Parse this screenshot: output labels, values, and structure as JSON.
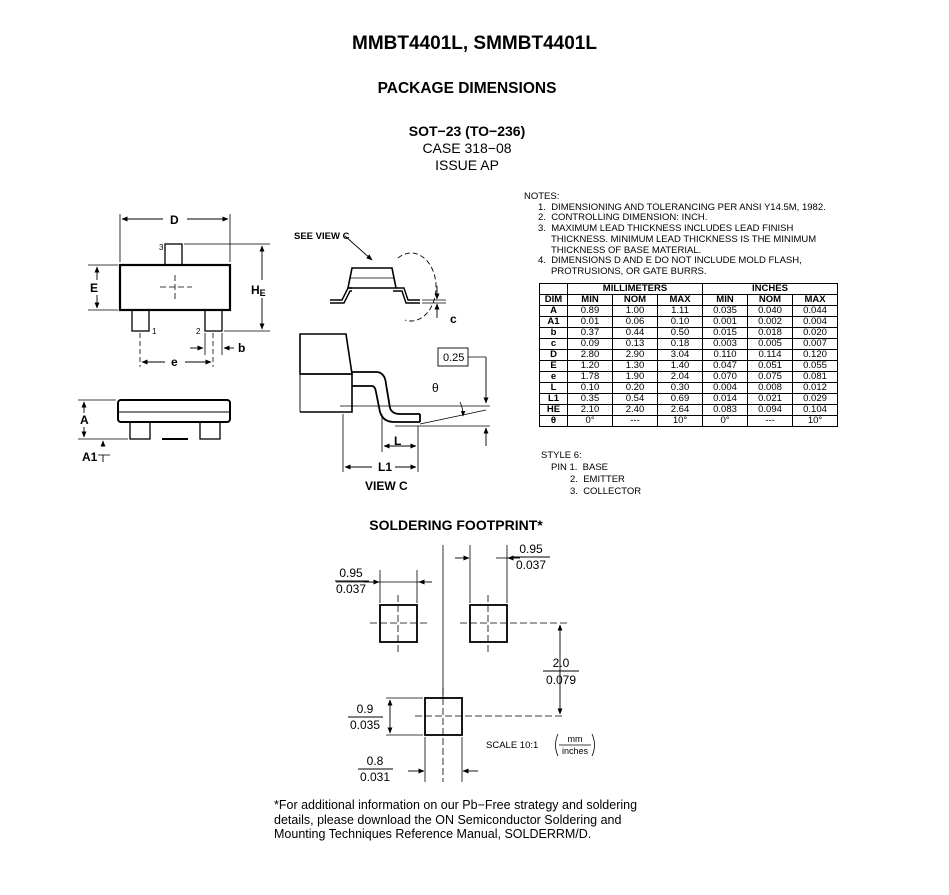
{
  "header": {
    "title": "MMBT4401L, SMMBT4401L",
    "section": "PACKAGE DIMENSIONS"
  },
  "package": {
    "name": "SOT−23 (TO−236)",
    "case": "CASE 318−08",
    "issue": "ISSUE AP"
  },
  "notes": {
    "heading": "NOTES:",
    "items": [
      "1.  DIMENSIONING AND TOLERANCING PER ANSI Y14.5M, 1982.",
      "2.  CONTROLLING DIMENSION: INCH.",
      "3.  MAXIMUM LEAD THICKNESS INCLUDES LEAD FINISH THICKNESS. MINIMUM LEAD THICKNESS IS THE MINIMUM THICKNESS OF BASE MATERIAL.",
      "4.  DIMENSIONS D AND E DO NOT INCLUDE MOLD FLASH, PROTRUSIONS, OR GATE BURRS."
    ]
  },
  "table": {
    "group_headers": [
      "MILLIMETERS",
      "INCHES"
    ],
    "columns": [
      "DIM",
      "MIN",
      "NOM",
      "MAX",
      "MIN",
      "NOM",
      "MAX"
    ],
    "rows": [
      [
        "A",
        "0.89",
        "1.00",
        "1.11",
        "0.035",
        "0.040",
        "0.044"
      ],
      [
        "A1",
        "0.01",
        "0.06",
        "0.10",
        "0.001",
        "0.002",
        "0.004"
      ],
      [
        "b",
        "0.37",
        "0.44",
        "0.50",
        "0.015",
        "0.018",
        "0.020"
      ],
      [
        "c",
        "0.09",
        "0.13",
        "0.18",
        "0.003",
        "0.005",
        "0.007"
      ],
      [
        "D",
        "2.80",
        "2.90",
        "3.04",
        "0.110",
        "0.114",
        "0.120"
      ],
      [
        "E",
        "1.20",
        "1.30",
        "1.40",
        "0.047",
        "0.051",
        "0.055"
      ],
      [
        "e",
        "1.78",
        "1.90",
        "2.04",
        "0.070",
        "0.075",
        "0.081"
      ],
      [
        "L",
        "0.10",
        "0.20",
        "0.30",
        "0.004",
        "0.008",
        "0.012"
      ],
      [
        "L1",
        "0.35",
        "0.54",
        "0.69",
        "0.014",
        "0.021",
        "0.029"
      ],
      [
        "HE",
        "2.10",
        "2.40",
        "2.64",
        "0.083",
        "0.094",
        "0.104"
      ],
      [
        "θ",
        "0°",
        "---",
        "10°",
        "0°",
        "---",
        "10°"
      ]
    ]
  },
  "style": {
    "heading": "STYLE 6:",
    "pins": [
      "PIN 1.  BASE",
      "2.  EMITTER",
      "3.  COLLECTOR"
    ]
  },
  "drawing": {
    "D": "D",
    "E": "E",
    "HE": "H",
    "HE_sub": "E",
    "pin1": "1",
    "pin2": "2",
    "pin3": "3",
    "b": "b",
    "e": "e",
    "A": "A",
    "A1": "A1",
    "see_view": "SEE VIEW C",
    "c": "c",
    "gauge": "0.25",
    "theta": "θ",
    "L": "L",
    "L1": "L1",
    "view_c": "VIEW C"
  },
  "footprint": {
    "title": "SOLDERING FOOTPRINT*",
    "d1_top": "0.95",
    "d1_bot": "0.037",
    "d2_top": "0.95",
    "d2_bot": "0.037",
    "d3_top": "2.0",
    "d3_bot": "0.079",
    "d4_top": "0.9",
    "d4_bot": "0.035",
    "d5_top": "0.8",
    "d5_bot": "0.031",
    "scale": "SCALE 10:1",
    "unit_top": "mm",
    "unit_bot": "inches"
  },
  "footnote": "*For additional information on our Pb−Free strategy and soldering details, please download the ON Semiconductor Soldering and Mounting Techniques Reference Manual, SOLDERRM/D."
}
